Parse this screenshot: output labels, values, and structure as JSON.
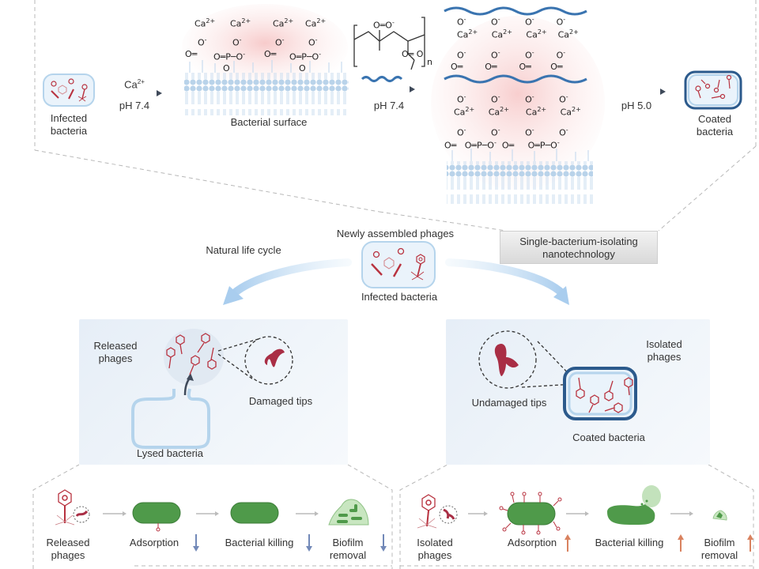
{
  "top_section": {
    "infected_bacteria_label": "Infected\nbacteria",
    "step1": {
      "reagent": "Ca",
      "reagent_charge": "2+",
      "condition": "pH 7.4"
    },
    "bacterial_surface_label": "Bacterial surface",
    "surface_groups": [
      {
        "type": "carboxylate",
        "ion": "Ca",
        "charge": "2+"
      },
      {
        "type": "phosphate",
        "ion": "Ca",
        "charge": "2+"
      },
      {
        "type": "carboxylate",
        "ion": "Ca",
        "charge": "2+"
      },
      {
        "type": "phosphate",
        "ion": "Ca",
        "charge": "2+"
      }
    ],
    "polymer": {
      "subscript": "n",
      "condition": "pH 7.4"
    },
    "crosslinked_layer": {
      "ion": "Ca",
      "charge": "2+",
      "oxygen_anion": "O",
      "columns": 4
    },
    "step3": {
      "condition": "pH 5.0"
    },
    "coated_bacteria_label": "Coated\nbacteria"
  },
  "middle_section": {
    "center_top_label": "Newly assembled phages",
    "center_bottom_label": "Infected bacteria",
    "left_branch_label": "Natural life cycle",
    "right_branch_label": "Single-bacterium-isolating\nnanotechnology"
  },
  "left_panel": {
    "released_label": "Released\nphages",
    "damaged_label": "Damaged tips",
    "lysed_label": "Lysed bacteria"
  },
  "right_panel": {
    "isolated_label": "Isolated\nphages",
    "undamaged_label": "Undamaged tips",
    "coated_label": "Coated bacteria"
  },
  "bottom_left": {
    "steps": [
      {
        "label": "Released\nphages",
        "trend": ""
      },
      {
        "label": "Adsorption",
        "trend": "down"
      },
      {
        "label": "Bacterial killing",
        "trend": "down"
      },
      {
        "label": "Biofilm\nremoval",
        "trend": "down"
      }
    ],
    "trend_color": "#7289b8"
  },
  "bottom_right": {
    "steps": [
      {
        "label": "Isolated\nphages",
        "trend": ""
      },
      {
        "label": "Adsorption",
        "trend": "up"
      },
      {
        "label": "Bacterial killing",
        "trend": "up"
      },
      {
        "label": "Biofilm\nremoval",
        "trend": "up"
      }
    ],
    "trend_color": "#d9825f"
  },
  "colors": {
    "phage": "#b8323f",
    "membrane": "#b9d3ea",
    "polymer_chain": "#3a74b0",
    "bacteria_green": "#4f9a4a",
    "coat_blue": "#2c5a8c",
    "arrow_dark": "#3f4a5a",
    "arrow_light_blue": "#c7e0f4",
    "glow": "#f7c8c8"
  }
}
